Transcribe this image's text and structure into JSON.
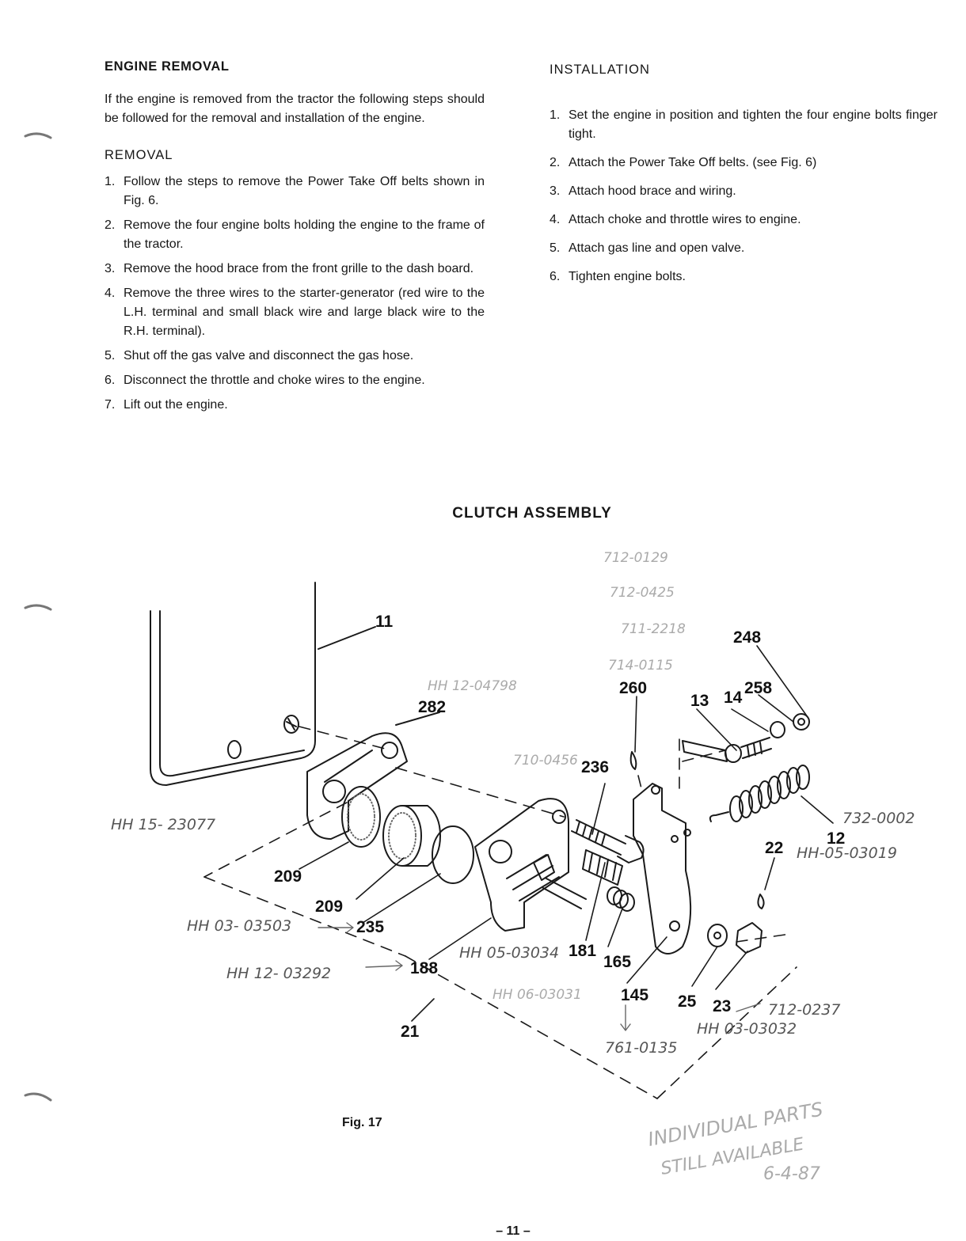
{
  "removal_section": {
    "heading": "ENGINE REMOVAL",
    "intro": "If the engine is removed from the tractor the following steps should be followed for the removal and installation of the engine.",
    "subheading": "REMOVAL",
    "steps": [
      {
        "n": "1.",
        "text": "Follow the steps to remove the Power Take Off belts shown in Fig. 6."
      },
      {
        "n": "2.",
        "text": "Remove the four engine bolts holding the engine to the frame of the tractor."
      },
      {
        "n": "3.",
        "text": "Remove the hood brace from the front grille to the dash board."
      },
      {
        "n": "4.",
        "text": "Remove the three wires to the starter-generator (red wire to the L.H. terminal and small black wire and large black wire to the R.H. terminal)."
      },
      {
        "n": "5.",
        "text": "Shut off the gas valve and disconnect the gas hose."
      },
      {
        "n": "6.",
        "text": "Disconnect the throttle and choke wires to the engine."
      },
      {
        "n": "7.",
        "text": "Lift out the engine."
      }
    ]
  },
  "installation_section": {
    "heading": "INSTALLATION",
    "steps": [
      {
        "n": "1.",
        "text": "Set the engine in position and tighten the four engine bolts finger tight."
      },
      {
        "n": "2.",
        "text": "Attach the Power Take Off belts. (see Fig. 6)"
      },
      {
        "n": "3.",
        "text": "Attach hood brace and wiring."
      },
      {
        "n": "4.",
        "text": "Attach choke and throttle wires to engine."
      },
      {
        "n": "5.",
        "text": "Attach gas line and open valve."
      },
      {
        "n": "6.",
        "text": "Tighten engine bolts."
      }
    ]
  },
  "figure": {
    "title": "CLUTCH ASSEMBLY",
    "caption": "Fig. 17",
    "callouts": {
      "c11": "11",
      "c248": "248",
      "c260": "260",
      "c13": "13",
      "c14": "14",
      "c258": "258",
      "c282": "282",
      "c236": "236",
      "c12": "12",
      "c22": "22",
      "c209a": "209",
      "c209b": "209",
      "c235": "235",
      "c188": "188",
      "c181": "181",
      "c165": "165",
      "c145": "145",
      "c25": "25",
      "c23": "23",
      "c21": "21"
    },
    "handwritten": {
      "h_hh15": "HH 15- 23077",
      "h_hh03": "HH 03- 03503",
      "h_hh12": "HH 12- 03292",
      "h_hh05": "HH 05-03034",
      "h_hh06": "HH 06-03031",
      "h_732": "732-0002",
      "h_hh11": "HH-05-03019",
      "h_712": "712-0237",
      "h_hh03b": "HH 03-03032",
      "h_761": "761-0135",
      "h_hh12b": "HH 12-04798",
      "h_710": "710-0456",
      "h_711": "711-2218",
      "h_714": "714-0115",
      "h_712top": "712-0129",
      "h_712b": "712-0425",
      "h_indiv": "INDIVIDUAL PARTS",
      "h_still": "STILL AVAILABLE",
      "h_date": "6-4-87"
    }
  },
  "page_number": "– 11 –"
}
